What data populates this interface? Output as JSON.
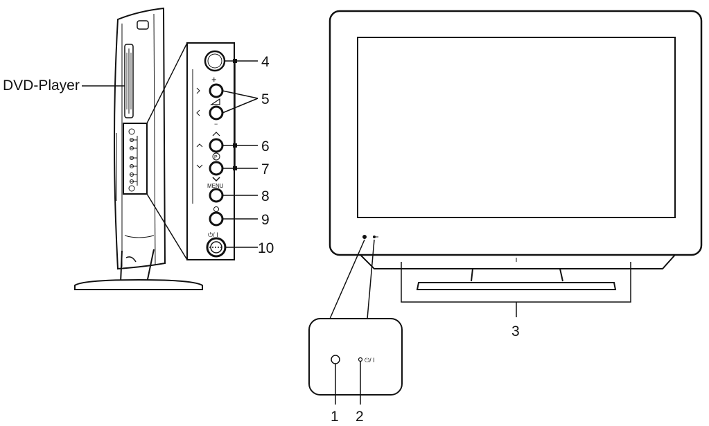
{
  "labels": {
    "dvd_player": "DVD-Player",
    "callouts": [
      "1",
      "2",
      "3",
      "4",
      "5",
      "6",
      "7",
      "8",
      "9",
      "10"
    ]
  },
  "panel": {
    "plus": "+",
    "minus": "−",
    "menu": "MENU",
    "power": "⏻/ I",
    "program": "P"
  },
  "front": {
    "led_symbol": "⏻/ I"
  }
}
